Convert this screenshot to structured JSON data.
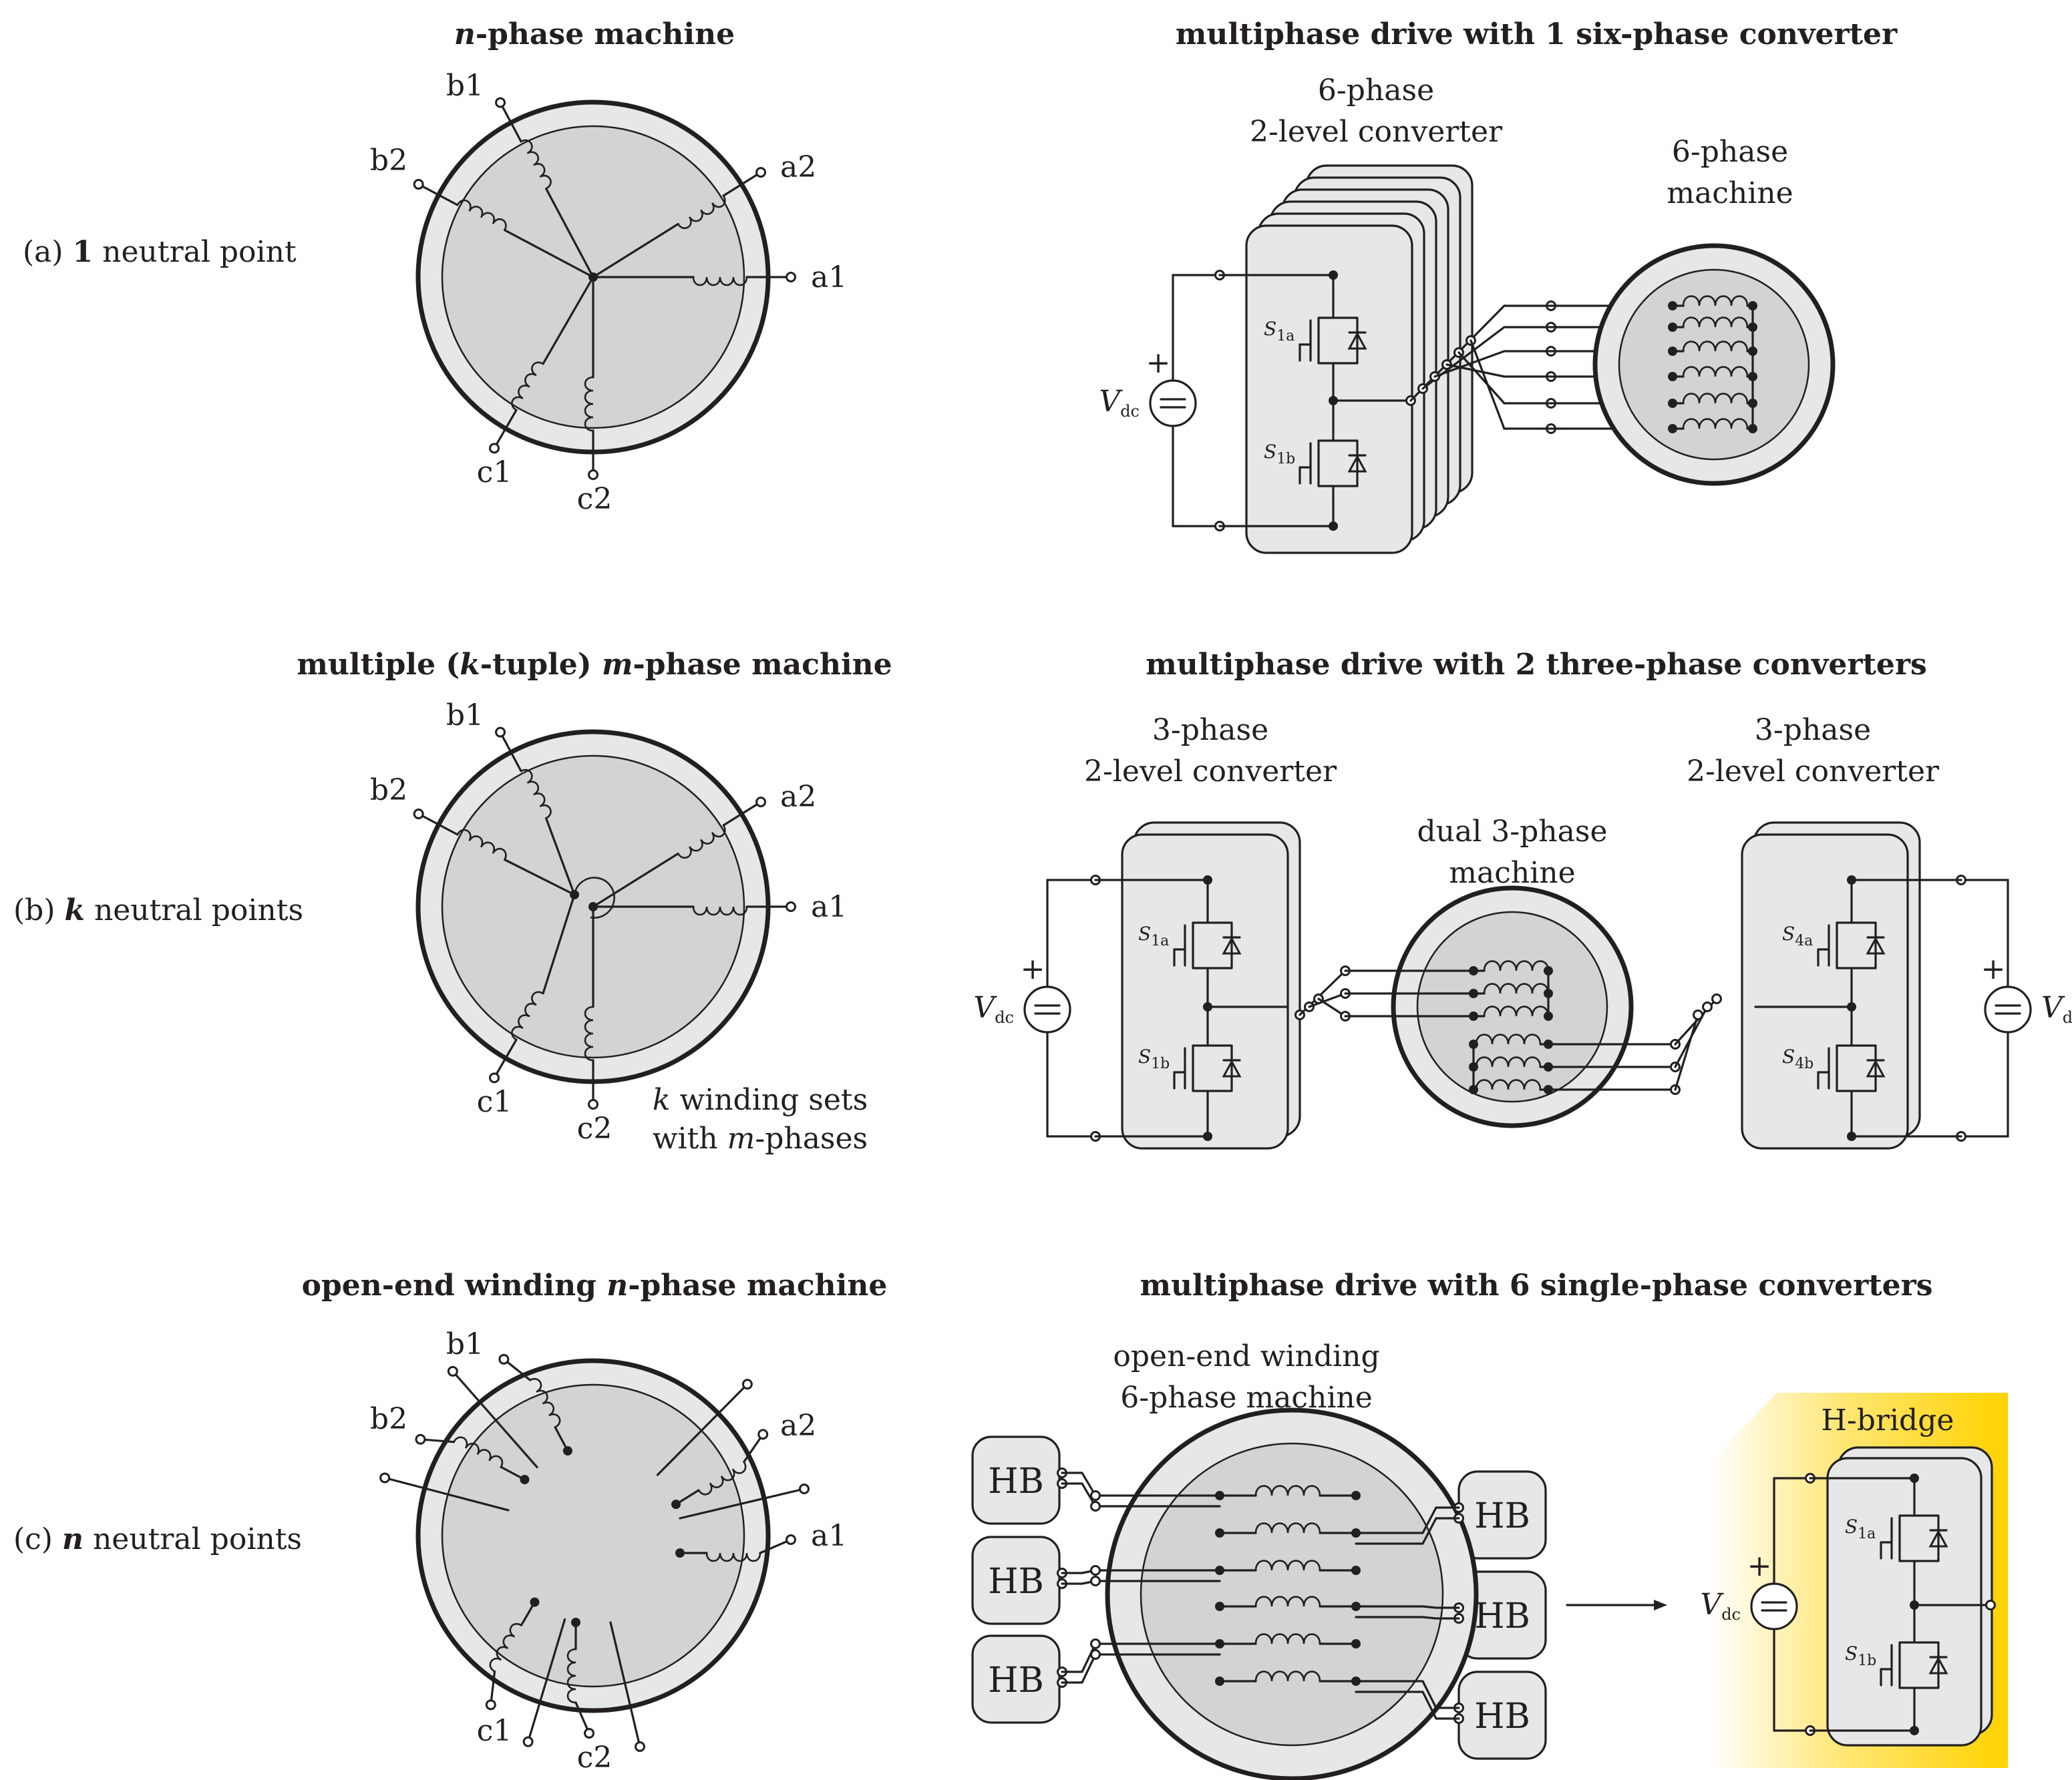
{
  "rows": [
    {
      "label_prefix": "(a) ",
      "label_bold": "1",
      "label_suffix": " neutral point",
      "machine_title": "n-phase machine",
      "machine_title_parts": {
        "pre": "",
        "em": "n",
        "post": "-phase machine"
      },
      "drive_title": "multiphase drive with 1 six-phase converter",
      "converter_label": [
        "6-phase",
        "2-level converter"
      ],
      "machine_label": [
        "6-phase",
        "machine"
      ]
    },
    {
      "label_prefix": "(b) ",
      "label_bold": "k",
      "label_suffix": " neutral points",
      "machine_title": "multiple (k-tuple) m-phase machine",
      "machine_title_parts": {
        "pre": "multiple (",
        "em": "k",
        "mid": "-tuple) ",
        "em2": "m",
        "post": "-phase machine"
      },
      "drive_title": "multiphase drive with 2 three-phase converters",
      "converter_label_left": [
        "3-phase",
        "2-level converter"
      ],
      "converter_label_right": [
        "3-phase",
        "2-level converter"
      ],
      "machine_label": [
        "dual 3-phase",
        "machine"
      ],
      "winding_note": [
        "k winding sets",
        "with m-phases"
      ]
    },
    {
      "label_prefix": "(c) ",
      "label_bold": "n",
      "label_suffix": " neutral points",
      "machine_title": "open-end winding n-phase machine",
      "machine_title_parts": {
        "pre": "open-end winding ",
        "em": "n",
        "post": "-phase machine"
      },
      "drive_title": "multiphase drive with 6 single-phase converters",
      "machine_label": [
        "open-end winding",
        "6-phase machine"
      ],
      "hbridge_label": "H-bridge",
      "hb_label": "HB"
    }
  ],
  "terminals": [
    "a1",
    "a2",
    "b1",
    "b2",
    "c1",
    "c2"
  ],
  "switches": {
    "s1a": "S",
    "s1a_sub": "1a",
    "s1b": "S",
    "s1b_sub": "1b",
    "s4a": "S",
    "s4a_sub": "4a",
    "s4b": "S",
    "s4b_sub": "4b"
  },
  "vdc": {
    "v": "V",
    "sub": "dc",
    "plus": "+"
  },
  "colors": {
    "line": "#231f20",
    "ring": "#e6e7e8",
    "core": "#d1d3d4",
    "highlight": "#ffd200"
  }
}
